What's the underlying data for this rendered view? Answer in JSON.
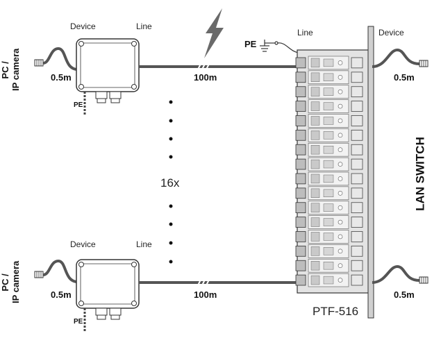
{
  "labels": {
    "device": "Device",
    "line": "Line",
    "pe": "PE",
    "pc_camera_line1": "PC /",
    "pc_camera_line2": "IP camera",
    "cable_short": "0.5m",
    "cable_long": "100m",
    "count": "16x",
    "lan_switch": "LAN SWITCH",
    "model": "PTF-516"
  },
  "colors": {
    "cable": "#555555",
    "panel_fill": "#e3e3e3",
    "panel_stroke": "#333333",
    "module_fill": "#c9c9c9",
    "lightning": "#6a6a6a"
  },
  "icons": [
    "lightning-bolt-icon",
    "ground-symbol-icon",
    "rj45-plug-icon"
  ],
  "module_count": 16
}
